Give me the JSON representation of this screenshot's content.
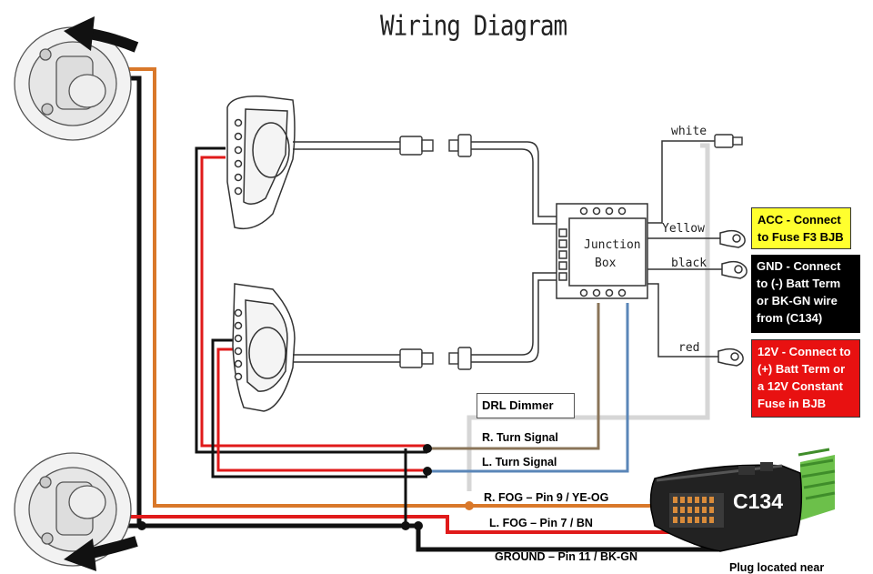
{
  "title": "Wiring Diagram",
  "junction_box": {
    "line1": "Junction",
    "line2": "Box"
  },
  "wire_labels": {
    "white": "white",
    "yellow": "Yellow",
    "black": "black",
    "red": "red"
  },
  "callouts": {
    "acc": {
      "line1": "ACC - Connect",
      "line2": "to Fuse F3 BJB",
      "color": "#ffff2e"
    },
    "gnd": {
      "line1": "GND - Connect",
      "line2": "to (-) Batt Term",
      "line3": "or BK-GN wire",
      "line4": "from (C134)",
      "color": "#000000"
    },
    "v12": {
      "line1": "12V - Connect to",
      "line2": "(+) Batt Term or",
      "line3": "a 12V Constant",
      "line4": "Fuse in BJB",
      "color": "#e81111"
    }
  },
  "drl_dimmer": "DRL Dimmer",
  "signals": {
    "r_turn": "R. Turn Signal",
    "l_turn": "L. Turn Signal",
    "r_fog": "R. FOG – Pin 9 / YE-OG",
    "l_fog": "L. FOG – Pin 7 / BN",
    "ground": "GROUND – Pin 11 / BK-GN"
  },
  "connector": {
    "name": "C134",
    "note": "Plug located near"
  },
  "wire_colors": {
    "orange": "#d9782a",
    "black": "#111111",
    "red": "#e01a1a",
    "brown": "#8a7458",
    "blue": "#5a86b8",
    "gray": "#d6d6d6",
    "green": "#6cc04a"
  }
}
